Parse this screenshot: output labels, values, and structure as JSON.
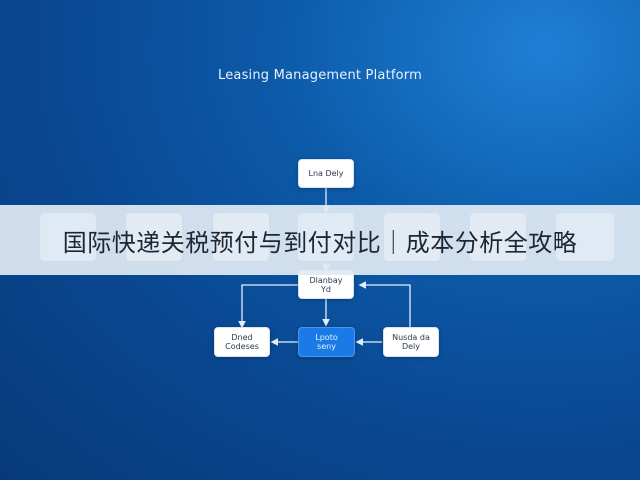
{
  "title": "Leasing Management Platform",
  "nodes": {
    "top": "Lna Dely",
    "mid": "Dlanbay\nYd",
    "left": "Dned\nCodeses",
    "center": "Lpoto\nseny",
    "right": "Nusda da\nDely"
  },
  "banner": "国际快递关税预付与到付对比｜成本分析全攻略",
  "colors": {
    "background": "#0a4791",
    "node": "#ffffff",
    "node_highlight": "#1c7ae6"
  }
}
